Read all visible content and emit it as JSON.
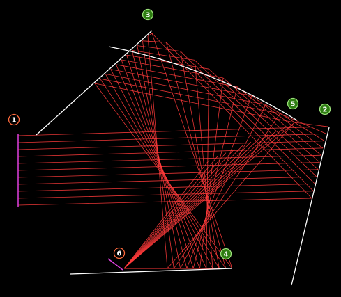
{
  "colors": {
    "background": "#000000",
    "ray": "#ff3b3b",
    "mirror": "#ffffff",
    "source": "#e040e0",
    "marker_active_fill": "#2e7d12",
    "marker_active_stroke": "#9be07a",
    "marker_idle_fill": "#000000",
    "marker_idle_stroke": "#ff6a3d",
    "marker_text": "#ffffff"
  },
  "markers": [
    {
      "id": "1",
      "label": "1",
      "style": "idle",
      "name": "marker-1-source"
    },
    {
      "id": "2",
      "label": "2",
      "style": "active",
      "name": "marker-2-mirror"
    },
    {
      "id": "3",
      "label": "3",
      "style": "active",
      "name": "marker-3-mirror"
    },
    {
      "id": "4",
      "label": "4",
      "style": "active",
      "name": "marker-4-mirror"
    },
    {
      "id": "5",
      "label": "5",
      "style": "active",
      "name": "marker-5-mirror"
    },
    {
      "id": "6",
      "label": "6",
      "style": "idle",
      "name": "marker-6-focus"
    }
  ],
  "ray_count": 11
}
